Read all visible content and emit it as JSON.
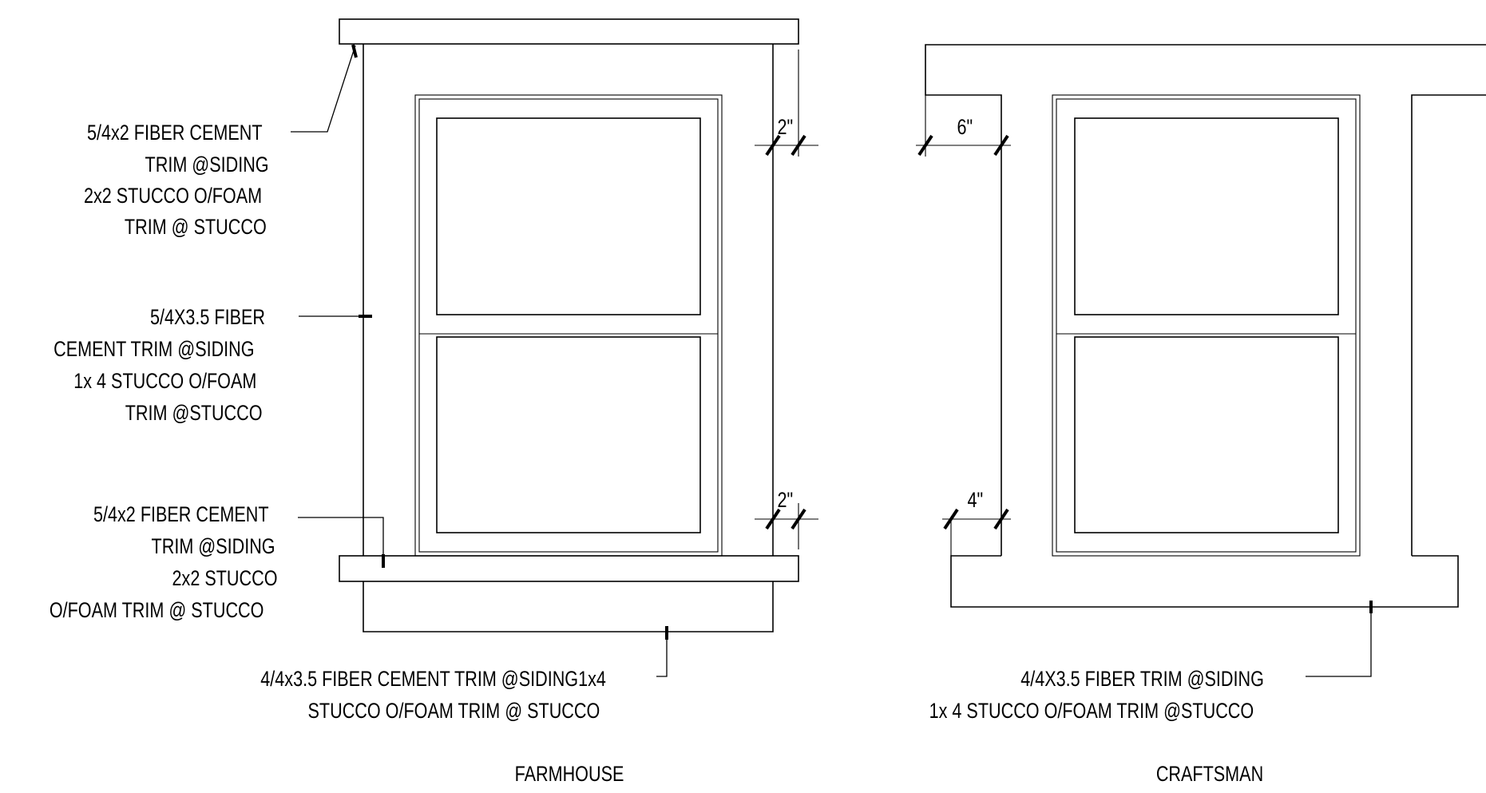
{
  "farmhouse": {
    "title": "FARMHOUSE",
    "dim_top": "2\"",
    "dim_bottom": "2\"",
    "note_head": [
      "5/4x2 FIBER CEMENT",
      "TRIM @SIDING",
      "2x2 STUCCO O/FOAM",
      "TRIM @ STUCCO"
    ],
    "note_jamb": [
      "5/4X3.5 FIBER",
      "CEMENT TRIM @SIDING",
      "1x 4 STUCCO O/FOAM",
      "TRIM @STUCCO"
    ],
    "note_sill": [
      "5/4x2 FIBER CEMENT",
      "TRIM @SIDING",
      "2x2 STUCCO",
      "O/FOAM TRIM @ STUCCO"
    ],
    "note_apron": [
      "4/4x3.5 FIBER CEMENT TRIM @SIDING1x4",
      "STUCCO O/FOAM TRIM @ STUCCO"
    ]
  },
  "craftsman": {
    "title": "CRAFTSMAN",
    "dim_top": "6\"",
    "dim_bottom": "4\"",
    "note_trim": [
      "4/4X3.5 FIBER TRIM @SIDING",
      "1x 4 STUCCO O/FOAM TRIM @STUCCO"
    ]
  }
}
